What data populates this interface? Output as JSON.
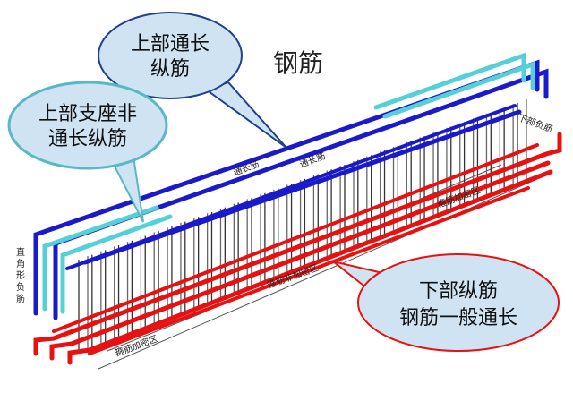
{
  "title": "钢筋",
  "callouts": {
    "top_long": {
      "line1": "上部通长",
      "line2": "纵筋"
    },
    "top_support": {
      "line1": "上部支座非",
      "line2": "通长纵筋"
    },
    "bottom": {
      "line1": "下部纵筋",
      "line2": "钢筋一般通长"
    }
  },
  "labels": {
    "through_long_1": "通长筋",
    "through_long_2": "通长筋",
    "stirrup_dense_right": "箍筋加密区",
    "stirrup_nondense": "箍筋非加密区",
    "stirrup_dense_left": "箍筋加密区",
    "right_angle_neg": "直角形负筋",
    "right_end_neg": "下部负筋"
  },
  "colors": {
    "top_bar": "#1a1acc",
    "support_bar": "#55d0d8",
    "bottom_bar": "#e81010",
    "stirrup": "#333333",
    "bubble_fill": "#cfe3f2",
    "bubble_stroke": "#1f3f8f"
  }
}
